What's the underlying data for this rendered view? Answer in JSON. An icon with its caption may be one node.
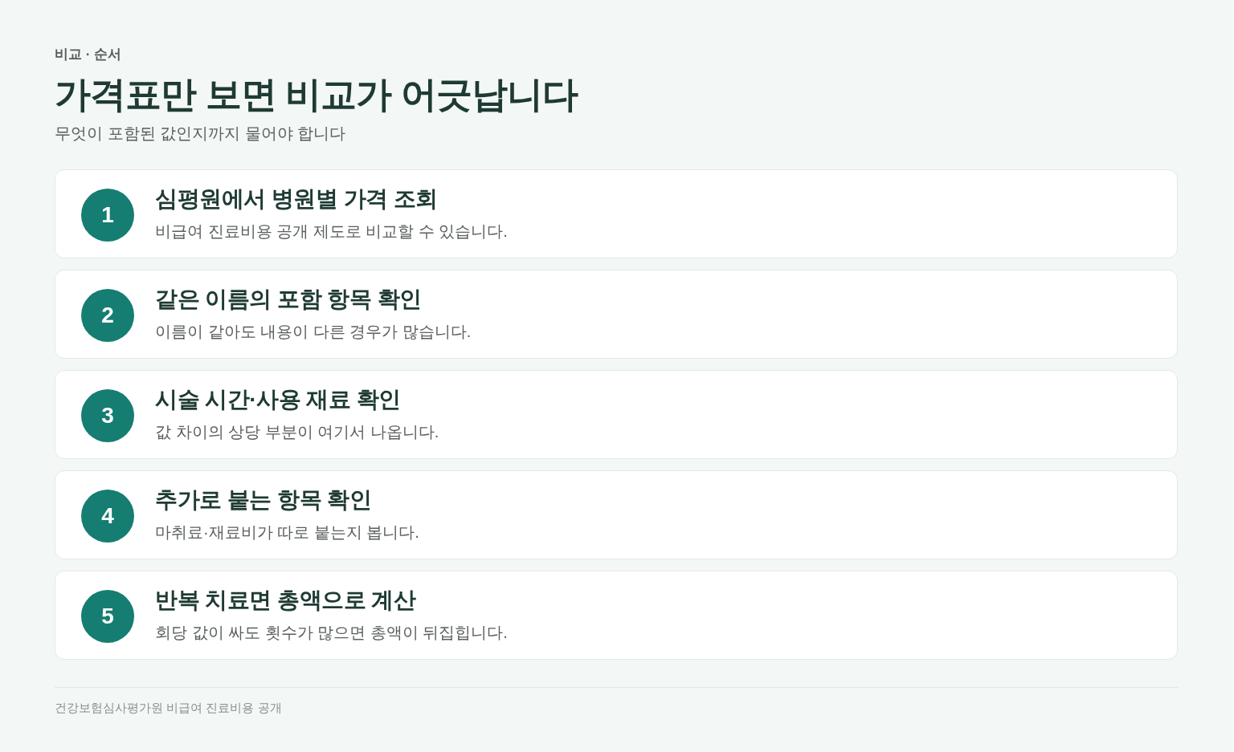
{
  "diagram": {
    "title": "가격표만 보면 비교가 어긋납니다",
    "nodes": [
      {
        "text": [
          "심평원에서 병원별 가격 조회",
          "비급여 진료비용 공개 제도로 비교할 수 있습니다."
        ]
      },
      {
        "text": [
          "1"
        ],
        "in": 0
      },
      {
        "text": [
          "같은 이름의 포함 항목 확인",
          "이름이 같아도 내용이 다른 경우가 많습니다."
        ]
      },
      {
        "text": [
          "2"
        ],
        "in": 2
      },
      {
        "text": [
          "시술 시간·사용 재료 확인",
          "값 차이의 상당 부분이 여기서 나옵니다."
        ]
      },
      {
        "text": [
          "3"
        ],
        "in": 4
      },
      {
        "text": [
          "추가로 붙는 항목 확인",
          "마취료·재료비가 따로 붙는지 봅니다."
        ]
      },
      {
        "text": [
          "4"
        ],
        "in": 6
      },
      {
        "text": [
          "반복 치료면 총액으로 계산",
          "회당 값이 싸도 횟수가 많으면 총액이 뒤집힙니다."
        ]
      },
      {
        "text": [
          "5"
        ],
        "in": 8
      }
    ],
    "labels": [
      "비교 · 순서",
      "무엇이 포함된 값인지까지 물어야 합니다",
      "건강보험심사평가원 비급여 진료비용 공개"
    ]
  }
}
